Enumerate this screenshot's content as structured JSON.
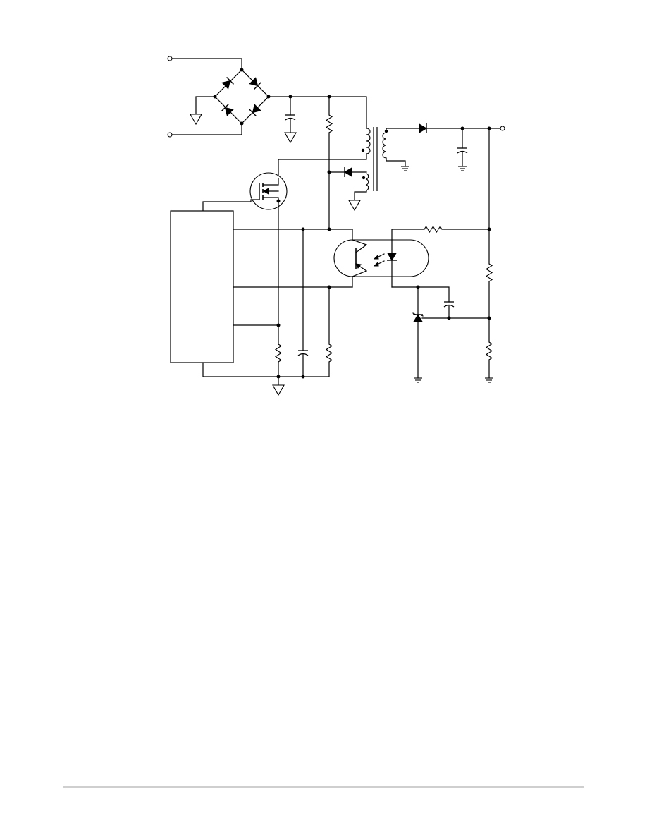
{
  "page": {
    "background": "#ffffff",
    "footer_rule_color": "#cfcfcf"
  },
  "schematic": {
    "type": "flyback-power-supply-schematic",
    "components": [
      "ac-input-terminal-top",
      "ac-input-terminal-bottom",
      "bridge-rectifier-4-diodes",
      "bulk-capacitor",
      "startup-resistor",
      "flyback-transformer-3-windings",
      "output-rectifier-diode",
      "output-capacitor",
      "output-terminal",
      "aux-winding-diode",
      "power-mosfet",
      "pwm-controller-block",
      "optocoupler",
      "led-series-resistor",
      "voltage-divider-top-resistor",
      "voltage-divider-bottom-resistor",
      "shunt-regulator",
      "compensation-capacitor",
      "current-sense-resistor",
      "timing-capacitor",
      "feedback-resistor"
    ]
  }
}
